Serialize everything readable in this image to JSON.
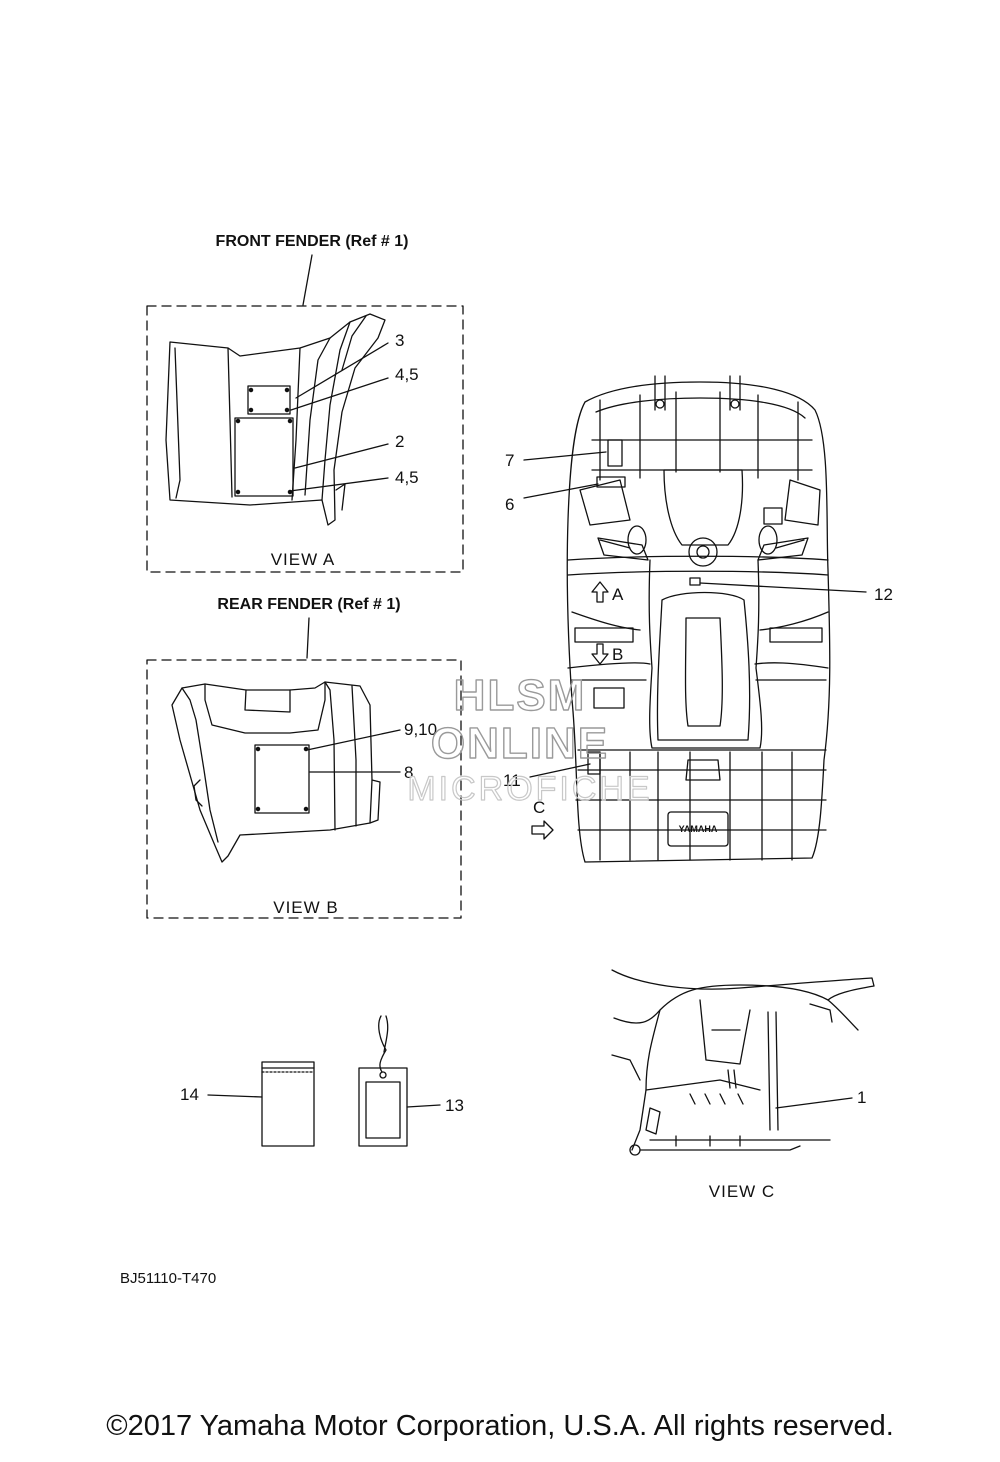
{
  "headers": {
    "front_fender": "FRONT FENDER (Ref # 1)",
    "rear_fender": "REAR FENDER (Ref # 1)"
  },
  "views": {
    "a": "VIEW A",
    "b": "VIEW B",
    "c": "VIEW C"
  },
  "view_markers": {
    "a": "A",
    "b": "B",
    "c": "C"
  },
  "callouts": {
    "n1": "1",
    "n2": "2",
    "n3": "3",
    "n45_top": "4,5",
    "n45_bottom": "4,5",
    "n6": "6",
    "n7": "7",
    "n8": "8",
    "n910": "9,10",
    "n11": "11",
    "n12": "12",
    "n13": "13",
    "n14": "14"
  },
  "brand_plate": "YAMAHA",
  "diagram_code": "BJ51110-T470",
  "watermark": {
    "line1": "HLSM",
    "line2": "ONLINE",
    "line3": "MICROFICHE"
  },
  "copyright": "©2017 Yamaha Motor Corporation, U.S.A. All rights reserved."
}
